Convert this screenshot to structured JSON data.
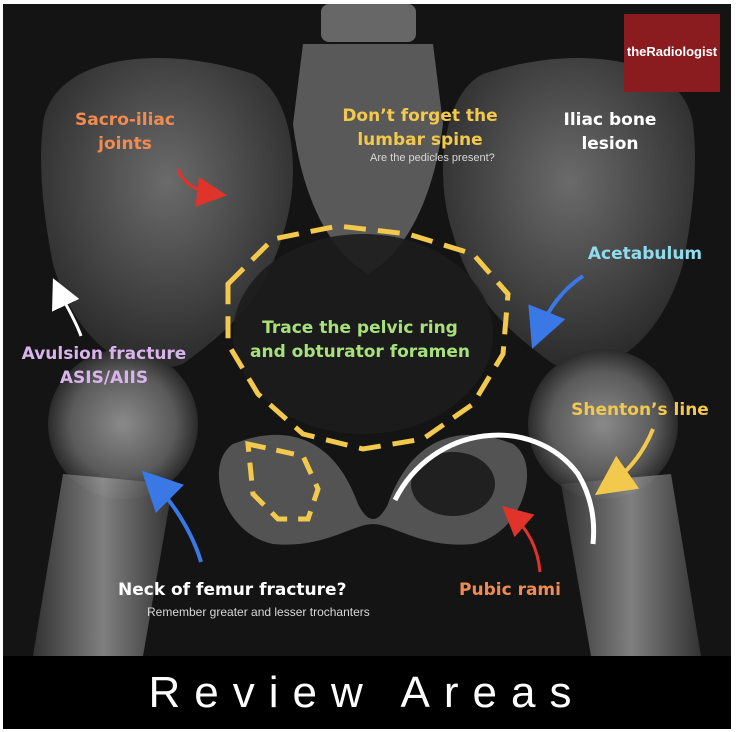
{
  "colors": {
    "orange": "#f28b50",
    "yellow": "#f2c94c",
    "white": "#ffffff",
    "cyan": "#8fdcec",
    "lavender": "#d9b3ec",
    "green": "#a8e07a",
    "red": "#e0332a",
    "blue": "#3a78e6",
    "brand_bg": "#8a1c1f",
    "banner_bg": "#000000"
  },
  "brand": {
    "text": "theRadiologist"
  },
  "banner": {
    "text": "Review Areas"
  },
  "labels": {
    "sacroiliac_line1": "Sacro-iliac",
    "sacroiliac_line2": "joints",
    "lumbar_line1": "Don’t forget the",
    "lumbar_line2": "lumbar spine",
    "lumbar_sub": "Are the pedicles present?",
    "iliac_line1": "Iliac bone",
    "iliac_line2": "lesion",
    "acetabulum": "Acetabulum",
    "pelvic_line1": "Trace the pelvic ring",
    "pelvic_line2": "and obturator foramen",
    "avulsion_line1": "Avulsion fracture",
    "avulsion_line2": "ASIS/AIIS",
    "shenton": "Shenton’s line",
    "femur": "Neck of femur fracture?",
    "femur_sub": "Remember greater and lesser trochanters",
    "pubic": "Pubic rami"
  }
}
